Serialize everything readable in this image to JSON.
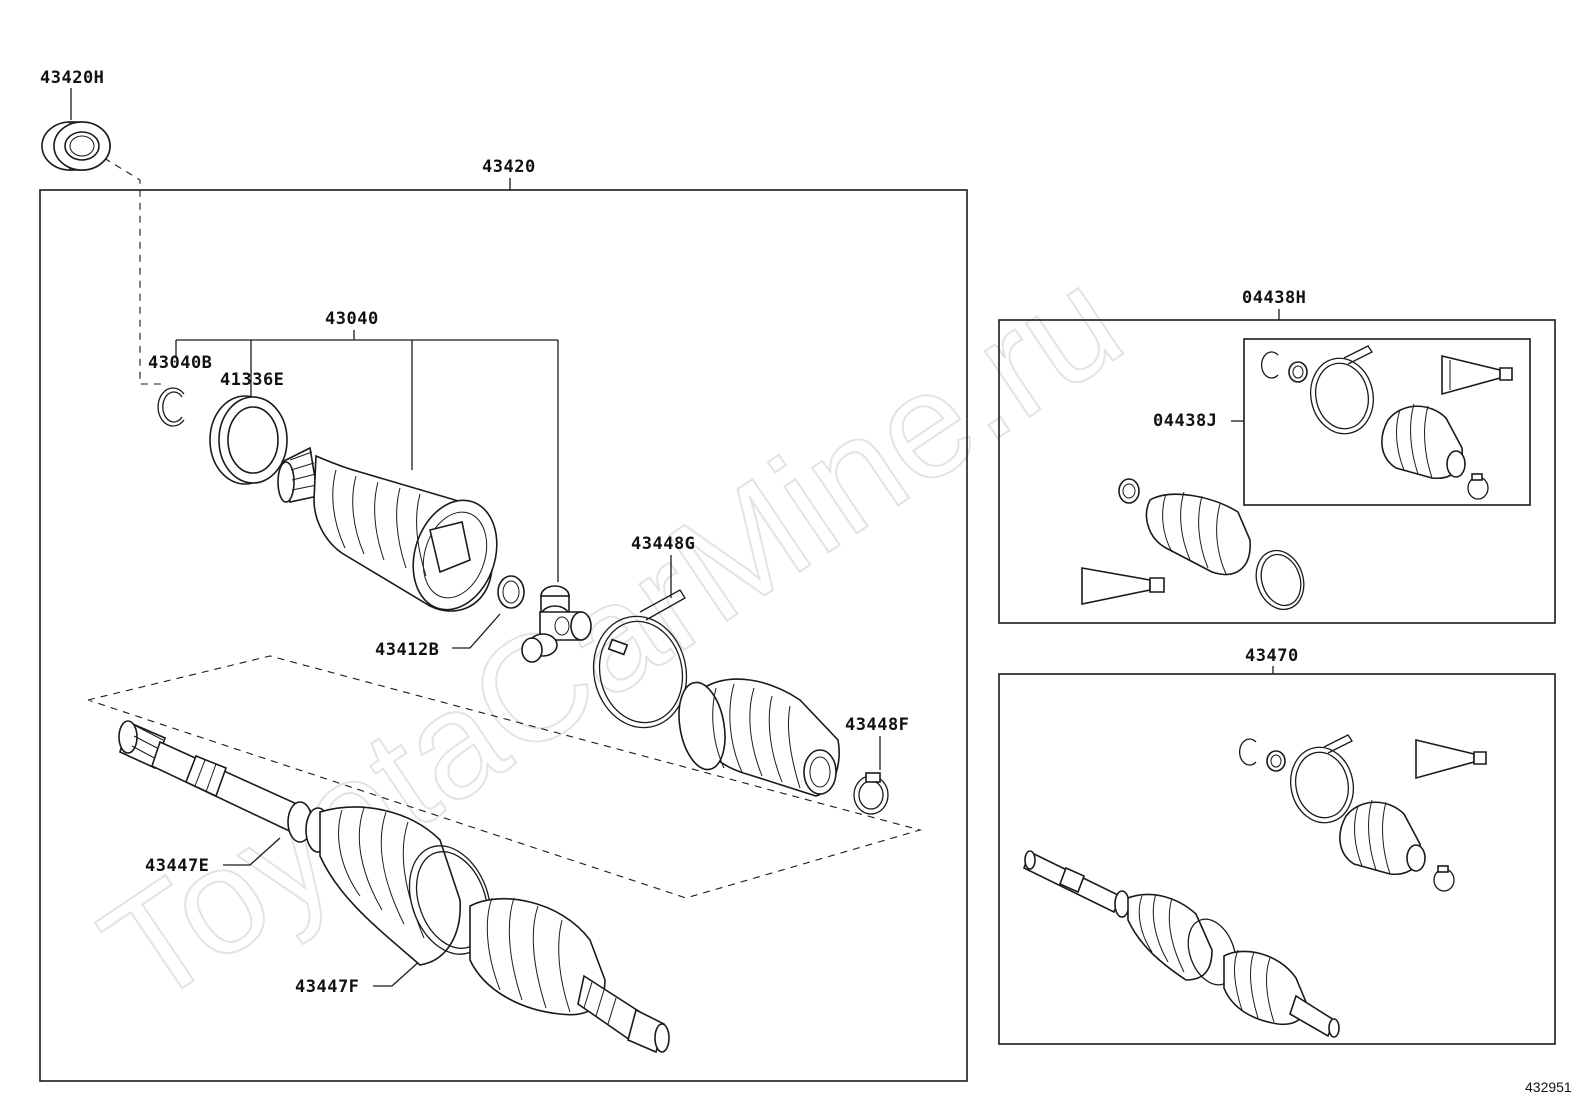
{
  "watermark": "ToyotaCarMine.ru",
  "reference_number": "432951",
  "labels": {
    "bearing": "43420H",
    "shaft_assy": "43420",
    "outboard_joint": "43040",
    "snap_ring": "43040B",
    "dust_deflector": "41336E",
    "joint_snap_ring": "43412B",
    "boot_clamp_large": "43448G",
    "boot_clamp_small": "43448F",
    "inner_clamp": "43447E",
    "outer_clamp": "43447F",
    "boot_kit": "04438H",
    "boot_kit_inner": "04438J",
    "shaft_assy_other": "43470"
  },
  "icons": [
    "watermark-text",
    "bearing-icon",
    "boot-icon",
    "shaft-icon",
    "clamp-icon",
    "grease-tube-icon"
  ]
}
